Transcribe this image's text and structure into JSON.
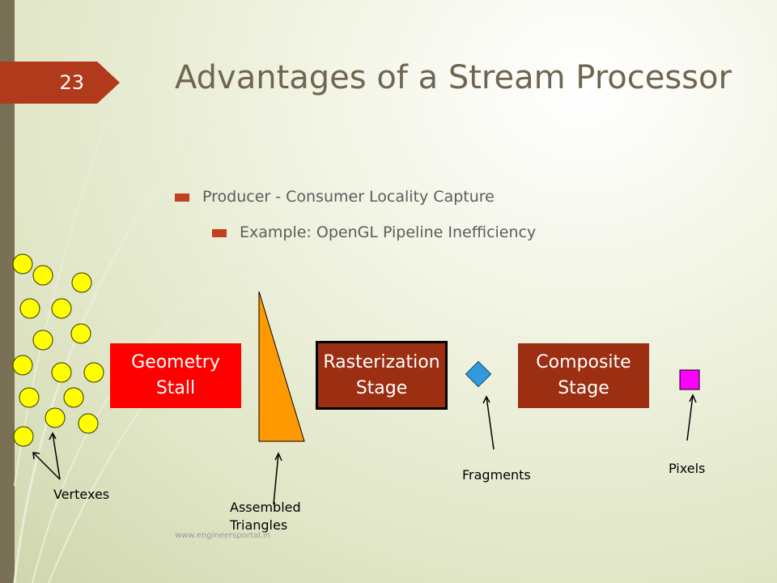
{
  "slide": {
    "number": "23",
    "title": "Advantages of a Stream Processor",
    "bullets": [
      "Producer - Consumer Locality Capture",
      "Example: OpenGL Pipeline Inefficiency"
    ],
    "footer": "www.engineersportal.in"
  },
  "diagram": {
    "stages": {
      "geometry": [
        "Geometry",
        "Stall"
      ],
      "rasterization": [
        "Rasterization",
        "Stage"
      ],
      "composite": [
        "Composite",
        "Stage"
      ]
    },
    "labels": {
      "vertexes": "Vertexes",
      "assembled_triangles": [
        "Assembled",
        "Triangles"
      ],
      "fragments": "Fragments",
      "pixels": "Pixels"
    }
  },
  "colors": {
    "accent": "#b23a1c",
    "stall": "#ff0000",
    "stage": "#9c2e12",
    "vertex": "#ffff00",
    "triangle": "#ff9900",
    "fragment": "#3399dd",
    "pixel": "#ff00ff"
  }
}
